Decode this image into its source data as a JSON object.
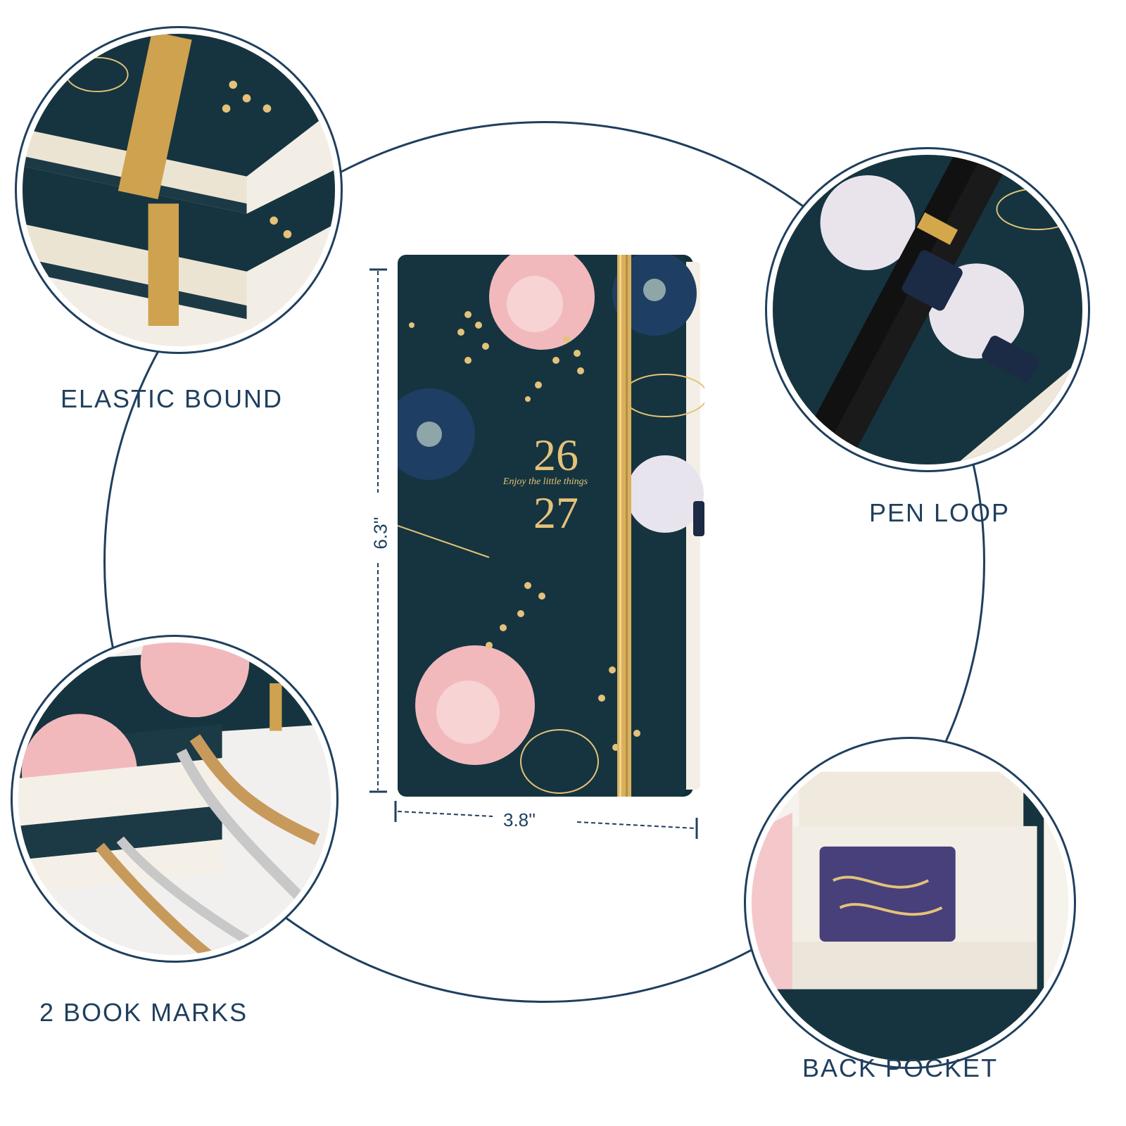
{
  "features": {
    "elastic": "ELASTIC  BOUND",
    "pen": "PEN  LOOP",
    "bookmarks": "2 BOOK  MARKS",
    "pocket": "BACK  POCKET"
  },
  "dimensions": {
    "width": "3.8''",
    "height": "6.3''"
  },
  "cover": {
    "year_top": "26",
    "year_bottom": "27",
    "motto": "Enjoy the little things"
  },
  "colors": {
    "navy": "#1f3f5e",
    "cover": "#13303a",
    "gold": "#e4c27a",
    "pink": "#f2b9bd"
  }
}
